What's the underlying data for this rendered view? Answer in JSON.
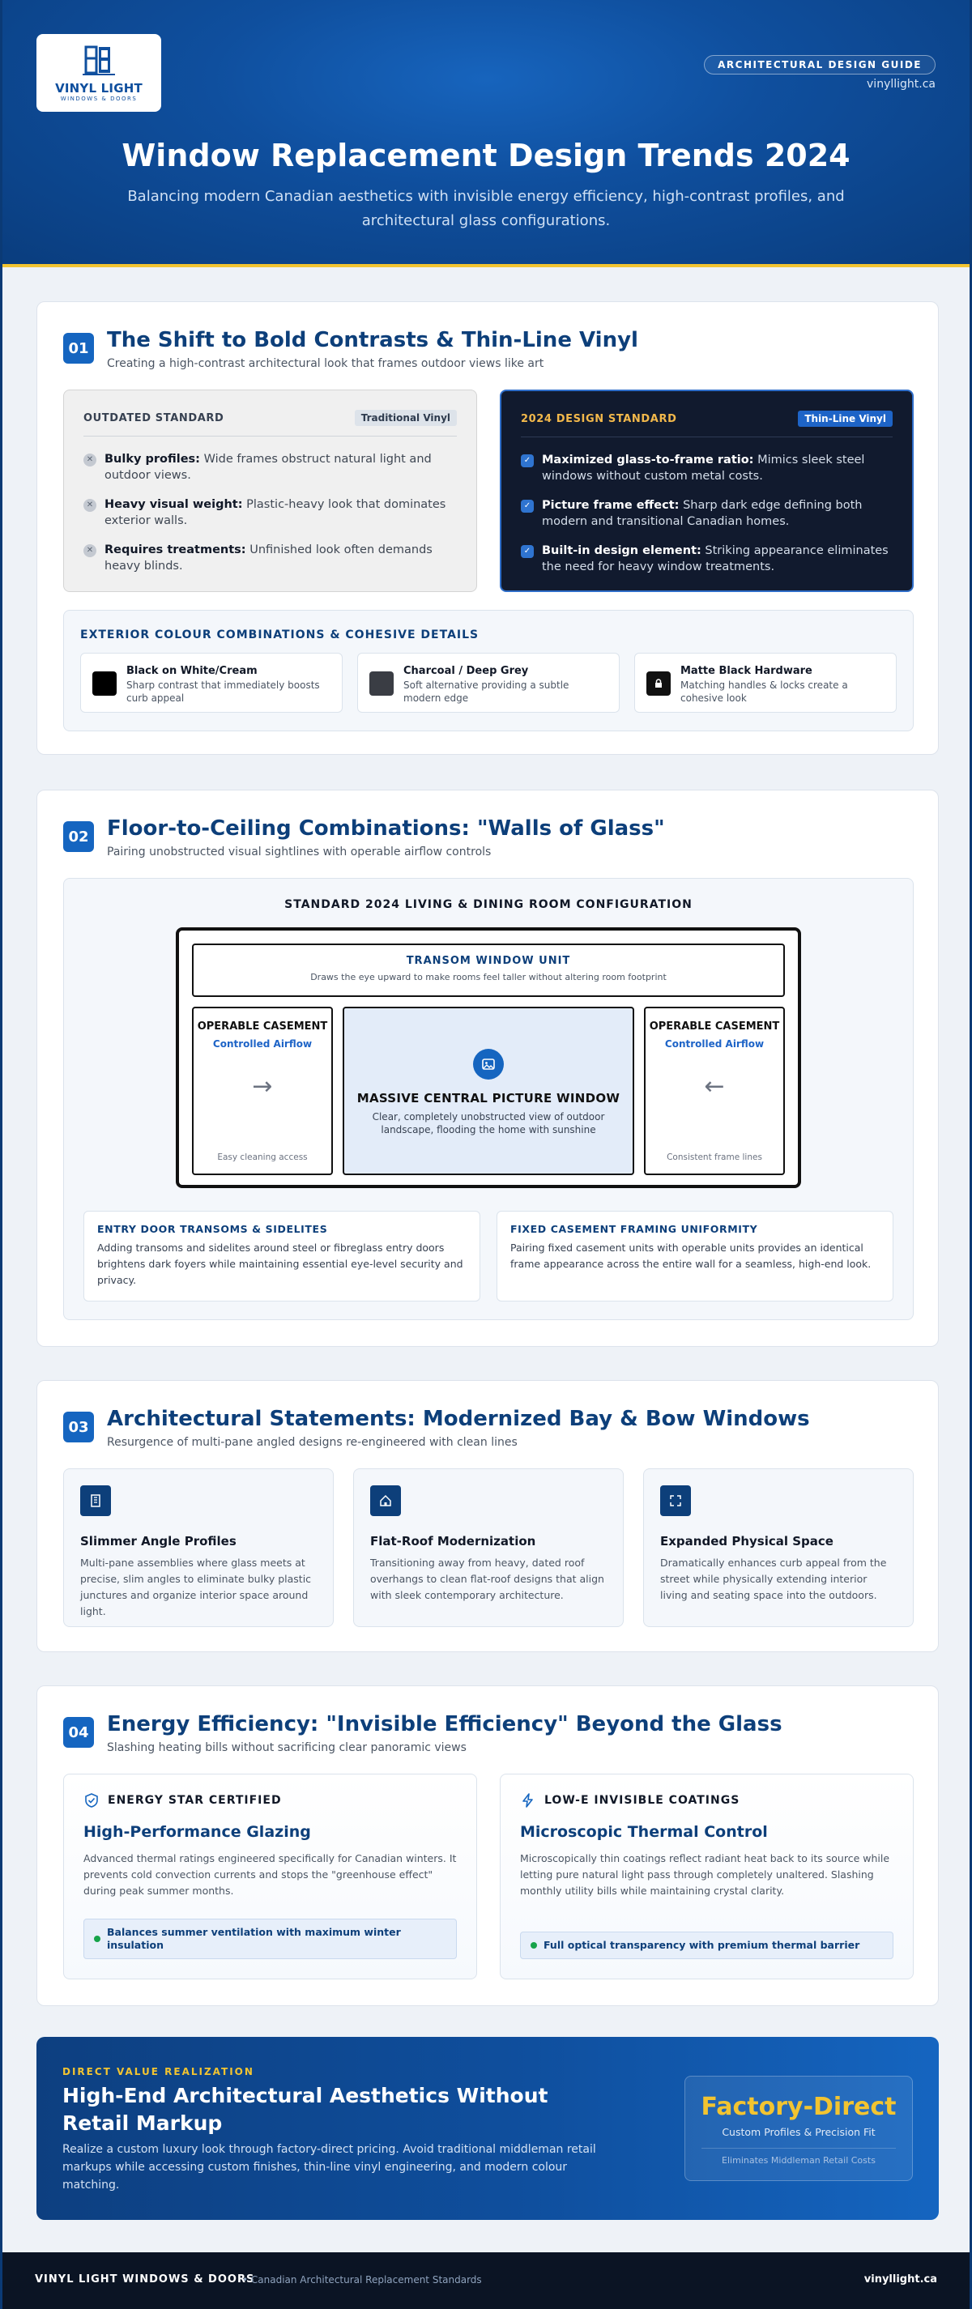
{
  "header": {
    "logo_name": "VINYL LIGHT",
    "logo_sub": "WINDOWS & DOORS",
    "badge": "ARCHITECTURAL DESIGN GUIDE",
    "site": "vinyllight.ca",
    "title": "Window Replacement Design Trends 2024",
    "subtitle": "Balancing modern Canadian aesthetics with invisible energy efficiency, high-contrast profiles, and architectural glass configurations."
  },
  "section1": {
    "num": "01",
    "title": "The Shift to Bold Contrasts & Thin-Line Vinyl",
    "subtitle": "Creating a high-contrast architectural look that frames outdoor views like art",
    "outdated": {
      "label": "OUTDATED STANDARD",
      "tag": "Traditional Vinyl",
      "items": [
        {
          "bold": "Bulky profiles:",
          "text": "Wide frames obstruct natural light and outdoor views."
        },
        {
          "bold": "Heavy visual weight:",
          "text": "Plastic-heavy look that dominates exterior walls."
        },
        {
          "bold": "Requires treatments:",
          "text": "Unfinished look often demands heavy blinds."
        }
      ]
    },
    "modern": {
      "label": "2024 DESIGN STANDARD",
      "tag": "Thin-Line Vinyl",
      "items": [
        {
          "bold": "Maximized glass-to-frame ratio:",
          "text": "Mimics sleek steel windows without custom metal costs."
        },
        {
          "bold": "Picture frame effect:",
          "text": "Sharp dark edge defining both modern and transitional Canadian homes."
        },
        {
          "bold": "Built-in design element:",
          "text": "Striking appearance eliminates the need for heavy window treatments."
        }
      ]
    },
    "palette": {
      "title": "EXTERIOR COLOUR COMBINATIONS & COHESIVE DETAILS",
      "swatches": [
        {
          "name": "Black on White/Cream",
          "desc": "Sharp contrast that immediately boosts curb appeal",
          "color": "#000000"
        },
        {
          "name": "Charcoal / Deep Grey",
          "desc": "Soft alternative providing a subtle modern edge",
          "color": "#3a3d44"
        },
        {
          "name": "Matte Black Hardware",
          "desc": "Matching handles & locks create a cohesive look",
          "color": "#111111"
        }
      ]
    }
  },
  "section2": {
    "num": "02",
    "title": "Floor-to-Ceiling Combinations: \"Walls of Glass\"",
    "subtitle": "Pairing unobstructed visual sightlines with operable airflow controls",
    "config_title": "STANDARD 2024 LIVING & DINING ROOM CONFIGURATION",
    "transom": {
      "title": "TRANSOM WINDOW UNIT",
      "desc": "Draws the eye upward to make rooms feel taller without altering room footprint"
    },
    "casement_left": {
      "title": "OPERABLE CASEMENT",
      "sub": "Controlled Airflow",
      "foot": "Easy cleaning access"
    },
    "casement_right": {
      "title": "OPERABLE CASEMENT",
      "sub": "Controlled Airflow",
      "foot": "Consistent frame lines"
    },
    "picture": {
      "title": "MASSIVE CENTRAL PICTURE WINDOW",
      "desc": "Clear, completely unobstructed view of outdoor landscape, flooding the home with sunshine"
    },
    "notes": [
      {
        "title": "ENTRY DOOR TRANSOMS & SIDELITES",
        "desc": "Adding transoms and sidelites around steel or fibreglass entry doors brightens dark foyers while maintaining essential eye-level security and privacy."
      },
      {
        "title": "FIXED CASEMENT FRAMING UNIFORMITY",
        "desc": "Pairing fixed casement units with operable units provides an identical frame appearance across the entire wall for a seamless, high-end look."
      }
    ]
  },
  "section3": {
    "num": "03",
    "title": "Architectural Statements: Modernized Bay & Bow Windows",
    "subtitle": "Resurgence of multi-pane angled designs re-engineered with clean lines",
    "features": [
      {
        "title": "Slimmer Angle Profiles",
        "desc": "Multi-pane assemblies where glass meets at precise, slim angles to eliminate bulky plastic junctures and organize interior space around light.",
        "icon": "building-icon"
      },
      {
        "title": "Flat-Roof Modernization",
        "desc": "Transitioning away from heavy, dated roof overhangs to clean flat-roof designs that align with sleek contemporary architecture.",
        "icon": "home-icon"
      },
      {
        "title": "Expanded Physical Space",
        "desc": "Dramatically enhances curb appeal from the street while physically extending interior living and seating space into the outdoors.",
        "icon": "expand-icon"
      }
    ]
  },
  "section4": {
    "num": "04",
    "title": "Energy Efficiency: \"Invisible Efficiency\" Beyond the Glass",
    "subtitle": "Slashing heating bills without sacrificing clear panoramic views",
    "cards": [
      {
        "label": "ENERGY STAR CERTIFIED",
        "title": "High-Performance Glazing",
        "desc": "Advanced thermal ratings engineered specifically for Canadian winters. It prevents cold convection currents and stops the \"greenhouse effect\" during peak summer months.",
        "pill": "Balances summer ventilation with maximum winter insulation",
        "icon": "shield-check-icon"
      },
      {
        "label": "LOW-E INVISIBLE COATINGS",
        "title": "Microscopic Thermal Control",
        "desc": "Microscopically thin coatings reflect radiant heat back to its source while letting pure natural light pass through completely unaltered. Slashing monthly utility bills while maintaining crystal clarity.",
        "pill": "Full optical transparency with premium thermal barrier",
        "icon": "lightning-icon"
      }
    ]
  },
  "cta": {
    "kicker": "DIRECT VALUE REALIZATION",
    "title": "High-End Architectural Aesthetics Without Retail Markup",
    "desc": "Realize a custom luxury look through factory-direct pricing. Avoid traditional middleman retail markups while accessing custom finishes, thin-line vinyl engineering, and modern colour matching.",
    "box_title": "Factory-Direct",
    "box_sub": "Custom Profiles & Precision Fit",
    "box_note": "Eliminates Middleman Retail Costs"
  },
  "footer": {
    "brand": "VINYL LIGHT WINDOWS & DOORS",
    "note": "• Canadian Architectural Replacement Standards",
    "site": "vinyllight.ca"
  }
}
